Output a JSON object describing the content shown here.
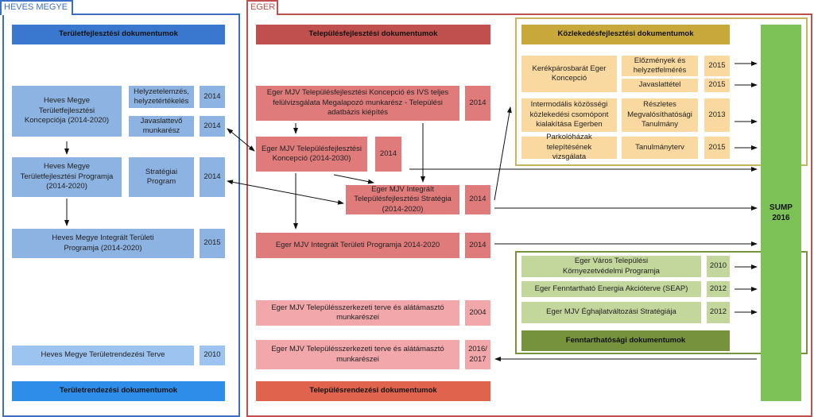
{
  "heves": {
    "title": "HEVES MEGYE",
    "header": "Területfejlesztési dokumentumok",
    "footer": "Területrendezési dokumentumok",
    "koncepcio": "Heves Megye Területfejlesztési Koncepciója (2014-2020)",
    "helyzet": "Helyzetelemzés, helyzetértékelés",
    "helyzet_year": "2014",
    "javaslat": "Javaslattevő munkarész",
    "javaslat_year": "2014",
    "program": "Heves Megye Területfejlesztési Programja (2014-2020)",
    "strat": "Stratégiai Program",
    "strat_year": "2014",
    "integralt": "Heves Megye Integrált Területi Programja (2014-2020)",
    "integralt_year": "2015",
    "rendezesi": "Heves Megye Területrendezési Terve",
    "rendezesi_year": "2010"
  },
  "eger": {
    "title": "EGER",
    "header": "Településfejlesztési dokumentumok",
    "footer": "Településrendezési dokumentumok",
    "ivs": "Eger MJV Településfejlesztési Koncepció  és IVS teljes felülvizsgálata Megalapozó munkarész - Települési adatbázis kiépítés",
    "ivs_year": "2014",
    "koncepcio": "Eger MJV Településfejlesztési Koncepció (2014-2030)",
    "koncepcio_year": "2014",
    "strategia": "Eger MJV Integrált Településfejlesztési Stratégia (2014-2020)",
    "strategia_year": "2014",
    "itp": "Eger MJV Integrált Területi Programja 2014-2020",
    "itp_year": "2014",
    "szerk1": "Eger MJV Településszerkezeti terve és alátámasztó munkarészei",
    "szerk1_year": "2004",
    "szerk2": "Eger MJV Településszerkezeti terve és alátámasztó munkarészei",
    "szerk2_year": "2016/ 2017"
  },
  "kozlek": {
    "header": "Közlekedésfejlesztési dokumentumok",
    "kerek": "Kerékpárosbarát Eger Koncepció",
    "elozm": "Előzmények és helyzetfelmérés",
    "elozm_year": "2015",
    "javas": "Javaslattétel",
    "javas_year": "2015",
    "inter": "Intermodális közösségi közlekedési csomópont kialakítása Egerben",
    "reszl": "Részletes Megvalósíthatósági Tanulmány",
    "reszl_year": "2013",
    "park": "Parkolóházak telepítésének vizsgálata",
    "tanul": "Tanulmányterv",
    "tanul_year": "2015"
  },
  "fennt": {
    "header": "Fenntarthatósági dokumentumok",
    "korny": "Eger Város Települési Környezetvédelmi Programja",
    "korny_year": "2010",
    "seap": "Eger Fenntartható Energia Akcióterve (SEAP)",
    "seap_year": "2012",
    "eghaj": "Eger MJV Éghajlatváltozási Stratégiája",
    "eghaj_year": "2012"
  },
  "sump": {
    "label": "SUMP 2016"
  },
  "colors": {
    "blue": "#3a78d0",
    "red": "#c0504d",
    "gold": "#c8a83a",
    "green": "#7dc257",
    "olive": "#76923c"
  }
}
